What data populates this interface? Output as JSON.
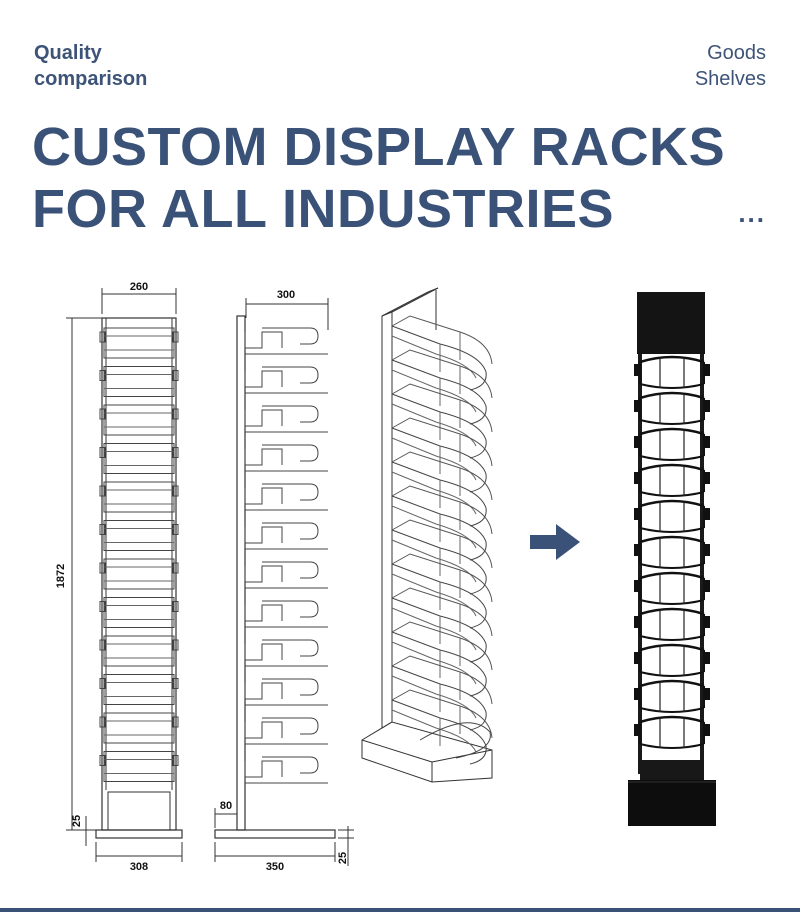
{
  "header": {
    "left_tag": [
      "Quality",
      "comparison"
    ],
    "right_tag": [
      "Goods",
      "Shelves"
    ],
    "headline": [
      "CUSTOM DISPLAY RACKS",
      "FOR ALL INDUSTRIES"
    ],
    "ellipsis": "..."
  },
  "drawing": {
    "front_width": "260",
    "front_height": "1872",
    "front_base_height": "25",
    "front_base_width": "308",
    "side_depth": "300",
    "side_base_offset": "80",
    "side_base_depth": "350",
    "side_base_height": "25"
  },
  "colors": {
    "accent": "#3a5278",
    "rack_black": "#111111"
  }
}
